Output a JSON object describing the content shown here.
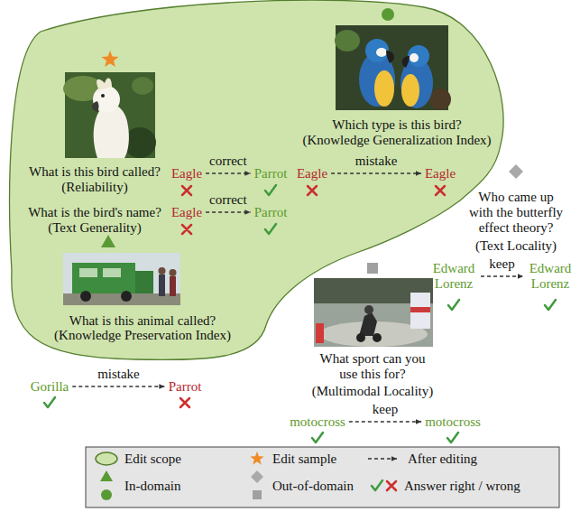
{
  "diagram": {
    "nodes": [
      {
        "text": [
          "Eagle"
        ]
      },
      {
        "text": [
          "Parrot"
        ]
      },
      {
        "text": [
          "Eagle"
        ]
      },
      {
        "text": [
          "Eagle"
        ]
      },
      {
        "text": [
          "Eagle"
        ]
      },
      {
        "text": [
          "Parrot"
        ]
      },
      {
        "text": [
          "Edward Lorenz"
        ]
      },
      {
        "text": [
          "Edward Lorenz"
        ]
      },
      {
        "text": [
          "Gorilla"
        ]
      },
      {
        "text": [
          "Parrot"
        ]
      },
      {
        "text": [
          "motocross"
        ]
      },
      {
        "text": [
          "motocross"
        ]
      }
    ],
    "edges": [
      {
        "from": 0,
        "to": 1,
        "label": "correct",
        "arrow": "to"
      },
      {
        "from": 2,
        "to": 3,
        "label": "mistake",
        "arrow": "to"
      },
      {
        "from": 4,
        "to": 5,
        "label": "correct",
        "arrow": "to"
      },
      {
        "from": 6,
        "to": 7,
        "label": "keep",
        "arrow": "to"
      },
      {
        "from": 8,
        "to": 9,
        "label": "mistake",
        "arrow": "to"
      },
      {
        "from": 10,
        "to": 11,
        "label": "keep",
        "arrow": "to"
      }
    ],
    "labels": [
      "Which type is this bird?",
      "(Knowledge Generalization Index)",
      "What is this bird called?",
      "(Reliability)",
      "What is the bird's name?",
      "(Text Generality)",
      "Who came up with the butterfly effect theory?",
      "(Text Locality)",
      "What is this animal called?",
      "(Knowledge Preservation Index)",
      "What sport can you use this for?",
      "(Multimodal Locality)"
    ],
    "legend": [
      {
        "text": "Edit scope"
      },
      {
        "text": "Edit sample"
      },
      {
        "text": "After editing"
      },
      {
        "text": "In-domain"
      },
      {
        "text": "Out-of-domain"
      },
      {
        "text": "Answer right / wrong"
      }
    ]
  }
}
